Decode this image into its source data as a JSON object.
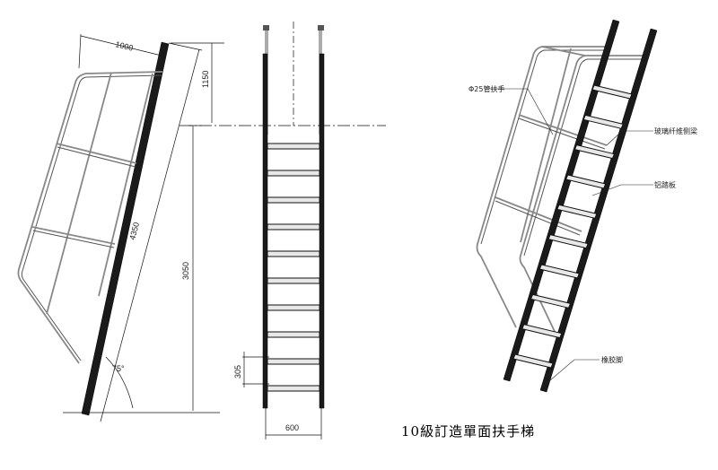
{
  "side_view": {
    "dim_top": "1000",
    "dim_slope": "4350",
    "dim_angle": "75°",
    "dim_upper": "1150",
    "dim_height": "3050"
  },
  "front_view": {
    "dim_step": "305",
    "dim_width": "600"
  },
  "iso_view": {
    "label_handrail": "Φ25管扶手",
    "label_stringer": "玻璃纤维侧梁",
    "label_tread": "铝踏板",
    "label_foot": "橡胶脚"
  },
  "caption": "10級訂造單面扶手梯"
}
